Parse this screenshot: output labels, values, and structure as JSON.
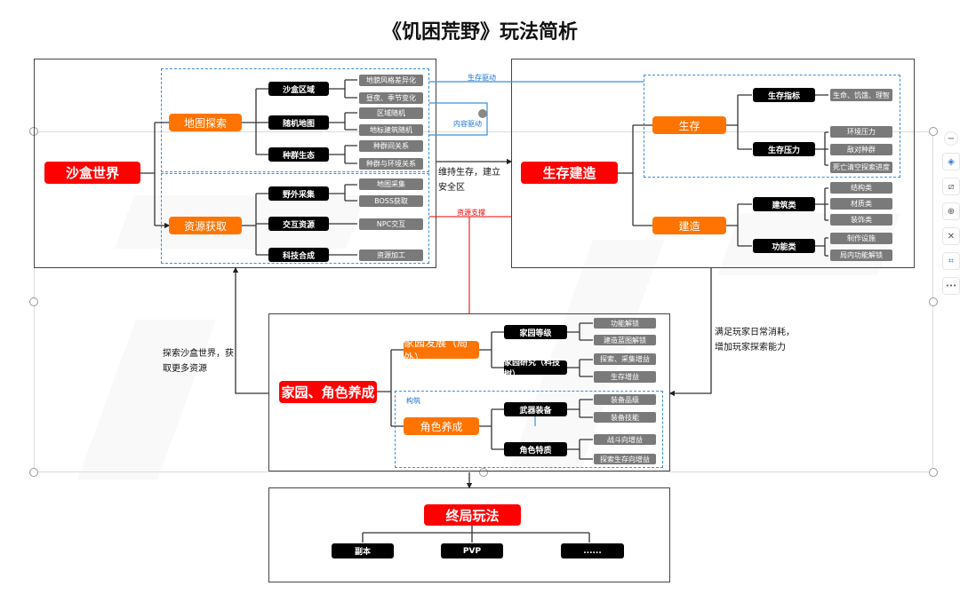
{
  "title": "《饥困荒野》玩法简析",
  "sandbox": {
    "root": "沙盒世界",
    "branches": [
      {
        "label": "地图探索",
        "children": [
          {
            "label": "沙盒区域",
            "leaves": [
              "地貌风格差异化",
              "昼夜、季节变化"
            ]
          },
          {
            "label": "随机地图",
            "leaves": [
              "区域随机",
              "地标建筑随机"
            ]
          },
          {
            "label": "种群生态",
            "leaves": [
              "种群间关系",
              "种群与环境关系"
            ]
          }
        ]
      },
      {
        "label": "资源获取",
        "children": [
          {
            "label": "野外采集",
            "leaves": [
              "地图采集",
              "BOSS获取"
            ]
          },
          {
            "label": "交互资源",
            "leaves": [
              "NPC交互"
            ]
          },
          {
            "label": "科技合成",
            "leaves": [
              "资源加工"
            ]
          }
        ]
      }
    ]
  },
  "survival": {
    "root": "生存建造",
    "branches": [
      {
        "label": "生存",
        "children": [
          {
            "label": "生存指标",
            "leaves": [
              "生命、饥饿、理智"
            ]
          },
          {
            "label": "生存压力",
            "leaves": [
              "环境压力",
              "敌对种群",
              "死亡清空探索进度"
            ]
          }
        ]
      },
      {
        "label": "建造",
        "children": [
          {
            "label": "建筑类",
            "leaves": [
              "结构类",
              "材质类",
              "装饰类"
            ]
          },
          {
            "label": "功能类",
            "leaves": [
              "制作设施",
              "局内功能解锁"
            ]
          }
        ]
      }
    ]
  },
  "home": {
    "root": "家园、角色养成",
    "group_label": "构筑",
    "branches": [
      {
        "label": "家园发展（局外）",
        "children": [
          {
            "label": "家园等级",
            "leaves": [
              "功能解锁",
              "建造蓝图解锁"
            ]
          },
          {
            "label": "家园研究（科技树）",
            "leaves": [
              "探索、采集增益",
              "生存增益"
            ]
          }
        ]
      },
      {
        "label": "角色养成",
        "children": [
          {
            "label": "武器装备",
            "leaves": [
              "装备品级",
              "装备技能"
            ]
          },
          {
            "label": "角色特质",
            "leaves": [
              "战斗向增益",
              "探索生存向增益"
            ]
          }
        ]
      }
    ]
  },
  "endgame": {
    "root": "终局玩法",
    "items": [
      "副本",
      "PVP",
      "......"
    ]
  },
  "links": {
    "survival_drive": "生存驱动",
    "content_drive": "内容驱动",
    "resource_support": "资源支撑",
    "maintain_survival": "维持生存，建立安全区",
    "explore_world": "探索沙盒世界，获取更多资源",
    "meet_needs": "满足玩家日常消耗，增加玩家探索能力"
  },
  "colors": {
    "root": "#ff0000",
    "branch": "#ff7400",
    "node": "#000000",
    "leaf": "#7a7a7a",
    "group": "#3a8fdc"
  },
  "toolbar": {
    "icons": [
      "minus-icon",
      "layers-icon",
      "crop-icon",
      "zoom-in-icon",
      "magic-tools-icon",
      "scan-icon",
      "more-icon"
    ],
    "glyphs": [
      "−",
      "◈",
      "⧄",
      "⊕",
      "✕",
      "⌗",
      "•••"
    ]
  }
}
